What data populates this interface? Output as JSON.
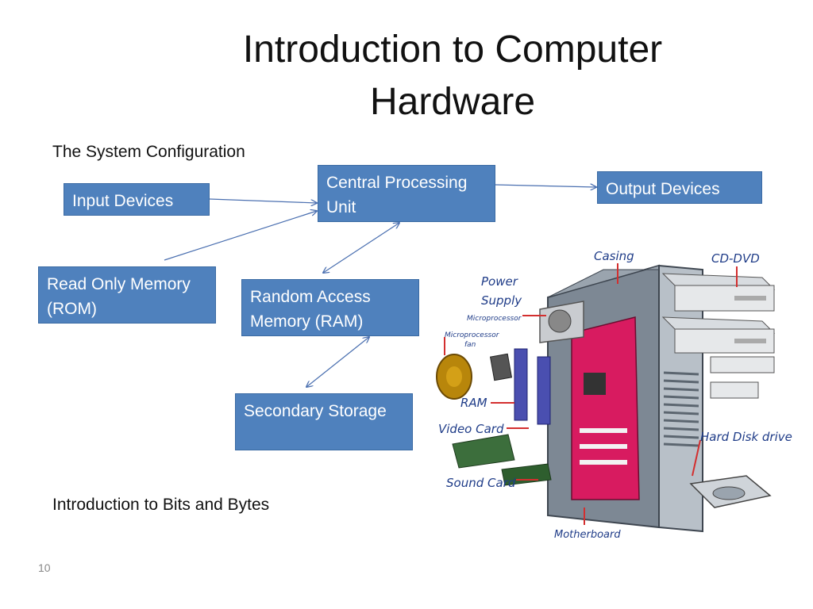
{
  "slide": {
    "title": "Introduction to Computer Hardware",
    "subtitle": "The System Configuration",
    "footer_text": "Introduction to Bits and Bytes",
    "page_number": "10"
  },
  "diagram": {
    "boxes": {
      "input": "Input Devices",
      "cpu": "Central Processing Unit",
      "output": "Output Devices",
      "rom": "Read Only Memory (ROM)",
      "ram": "Random Access Memory (RAM)",
      "storage": "Secondary Storage"
    },
    "box_color": "#4f81bd",
    "arrow_color": "#4a6fb0"
  },
  "hardware_image": {
    "labels": {
      "casing": "Casing",
      "cd_dvd": "CD-DVD",
      "power_supply_1": "Power",
      "power_supply_2": "Supply",
      "microprocessor": "Microprocessor",
      "microprocessor_fan_1": "Microprocessor",
      "microprocessor_fan_2": "fan",
      "ram": "RAM",
      "video_card": "Video Card",
      "sound_card": "Sound Card",
      "hard_disk": "Hard Disk drive",
      "motherboard": "Motherboard"
    }
  }
}
